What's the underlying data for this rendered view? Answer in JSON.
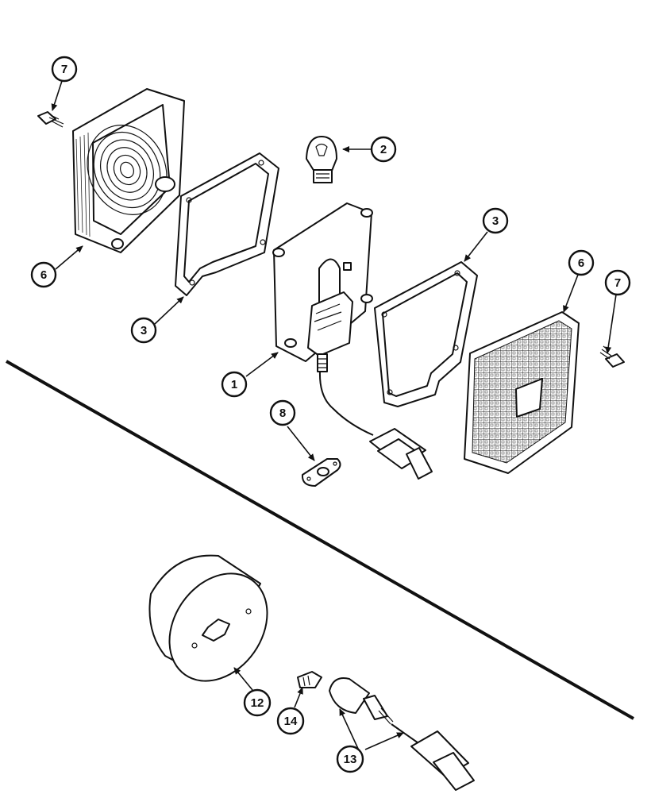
{
  "callouts": {
    "c7a": "7",
    "c6a": "6",
    "c3a": "3",
    "c2": "2",
    "c3b": "3",
    "c1": "1",
    "c8": "8",
    "c6b": "6",
    "c7b": "7",
    "c12": "12",
    "c14": "14",
    "c13": "13"
  }
}
